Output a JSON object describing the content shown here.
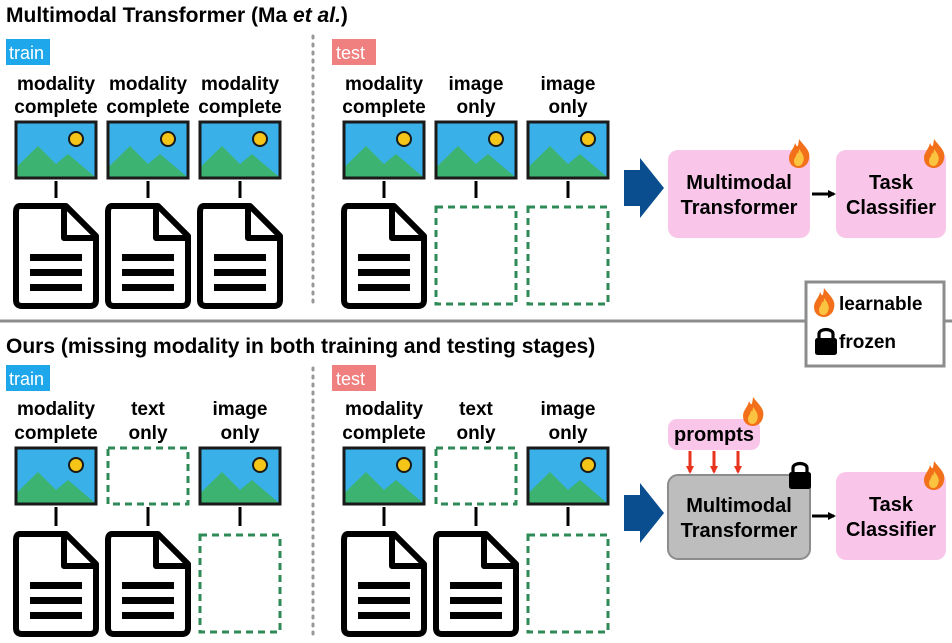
{
  "top": {
    "title_main": "Multimodal Transformer (Ma ",
    "title_italic": "et al.",
    "title_end": ")",
    "train_tag": "train",
    "test_tag": "test",
    "train_labels": [
      [
        "modality",
        "complete"
      ],
      [
        "modality",
        "complete"
      ],
      [
        "modality",
        "complete"
      ]
    ],
    "test_labels": [
      [
        "modality",
        "complete"
      ],
      [
        "image",
        "only"
      ],
      [
        "image",
        "only"
      ]
    ],
    "transformer": [
      "Multimodal",
      "Transformer"
    ],
    "classifier": [
      "Task",
      "Classifier"
    ]
  },
  "bottom": {
    "title": "Ours (missing modality in both training and testing stages)",
    "train_tag": "train",
    "test_tag": "test",
    "train_labels": [
      [
        "modality",
        "complete"
      ],
      [
        "text",
        "only"
      ],
      [
        "image",
        "only"
      ]
    ],
    "test_labels": [
      [
        "modality",
        "complete"
      ],
      [
        "text",
        "only"
      ],
      [
        "image",
        "only"
      ]
    ],
    "prompts": "prompts",
    "transformer": [
      "Multimodal",
      "Transformer"
    ],
    "classifier": [
      "Task",
      "Classifier"
    ]
  },
  "legend": {
    "learnable": "learnable",
    "frozen": "frozen"
  },
  "colors": {
    "train_tag": "#1ea7ea",
    "test_tag": "#f08080",
    "pink_block": "#f9c6ea",
    "gray_block": "#bdbdbd",
    "arrow_blue": "#0a4e8f",
    "dashed_green": "#2e8b57",
    "prompt_arrow": "#e8321e"
  }
}
